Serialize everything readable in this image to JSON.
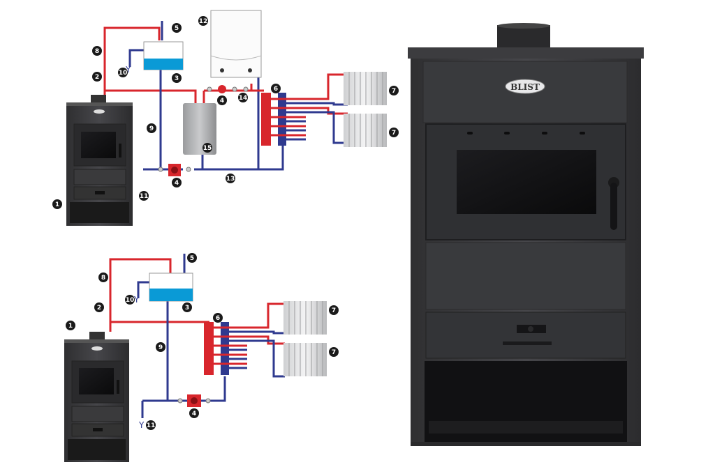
{
  "colors": {
    "supply": "#d8262c",
    "return": "#2f3a8f",
    "tank_water": "#0a9ad6",
    "stove_body": "#3b3b3d",
    "stove_dark": "#111113",
    "marker": "#1a1a1a"
  },
  "brand": "BLIST",
  "top_diagram": {
    "markers": {
      "stove": "1",
      "supply_pipe": "2",
      "expansion_tank": "3",
      "pump_bottom": "4",
      "pump_top": "4",
      "vent": "5",
      "manifold": "6",
      "radiator_upper": "7",
      "radiator_lower": "7",
      "overflow": "8",
      "return_pipe": "9",
      "drain_tank": "10",
      "drain": "11",
      "boiler": "12",
      "bottom_line": "13",
      "valve": "14",
      "water_heater": "15"
    }
  },
  "bottom_diagram": {
    "markers": {
      "stove": "1",
      "supply_pipe": "2",
      "expansion_tank": "3",
      "pump": "4",
      "vent": "5",
      "manifold": "6",
      "radiator_upper": "7",
      "radiator_lower": "7",
      "overflow": "8",
      "return_pipe": "9",
      "drain_tank": "10",
      "drain": "11"
    }
  },
  "icons": [
    "stove-icon",
    "radiator-icon",
    "pump-icon",
    "expansion-tank-icon",
    "boiler-icon",
    "water-heater-icon",
    "manifold-icon"
  ]
}
